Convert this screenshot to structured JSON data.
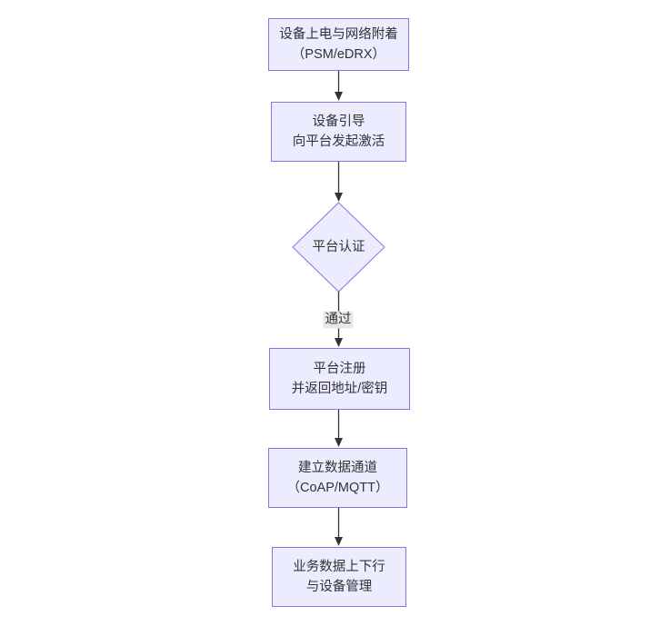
{
  "diagram": {
    "type": "flowchart",
    "direction": "top-down",
    "colors": {
      "background": "#ffffff",
      "node_fill": "#ececff",
      "node_border": "#9370db",
      "text": "#333333",
      "edge": "#333333",
      "edge_label_bg": "#e8e8e8"
    },
    "nodes": [
      {
        "id": "power-attach",
        "type": "rect",
        "lines": [
          "设备上电与网络附着",
          "（PSM/eDRX）"
        ]
      },
      {
        "id": "bootstrap",
        "type": "rect",
        "lines": [
          "设备引导",
          "向平台发起激活"
        ]
      },
      {
        "id": "platform-auth",
        "type": "diamond",
        "lines": [
          "平台认证"
        ]
      },
      {
        "id": "platform-register",
        "type": "rect",
        "lines": [
          "平台注册",
          "并返回地址/密钥"
        ]
      },
      {
        "id": "data-channel",
        "type": "rect",
        "lines": [
          "建立数据通道",
          "（CoAP/MQTT）"
        ]
      },
      {
        "id": "business-data",
        "type": "rect",
        "lines": [
          "业务数据上下行",
          "与设备管理"
        ]
      }
    ],
    "edges": [
      {
        "from": "power-attach",
        "to": "bootstrap",
        "label": ""
      },
      {
        "from": "bootstrap",
        "to": "platform-auth",
        "label": ""
      },
      {
        "from": "platform-auth",
        "to": "platform-register",
        "label": "通过"
      },
      {
        "from": "platform-register",
        "to": "data-channel",
        "label": ""
      },
      {
        "from": "data-channel",
        "to": "business-data",
        "label": ""
      }
    ]
  }
}
